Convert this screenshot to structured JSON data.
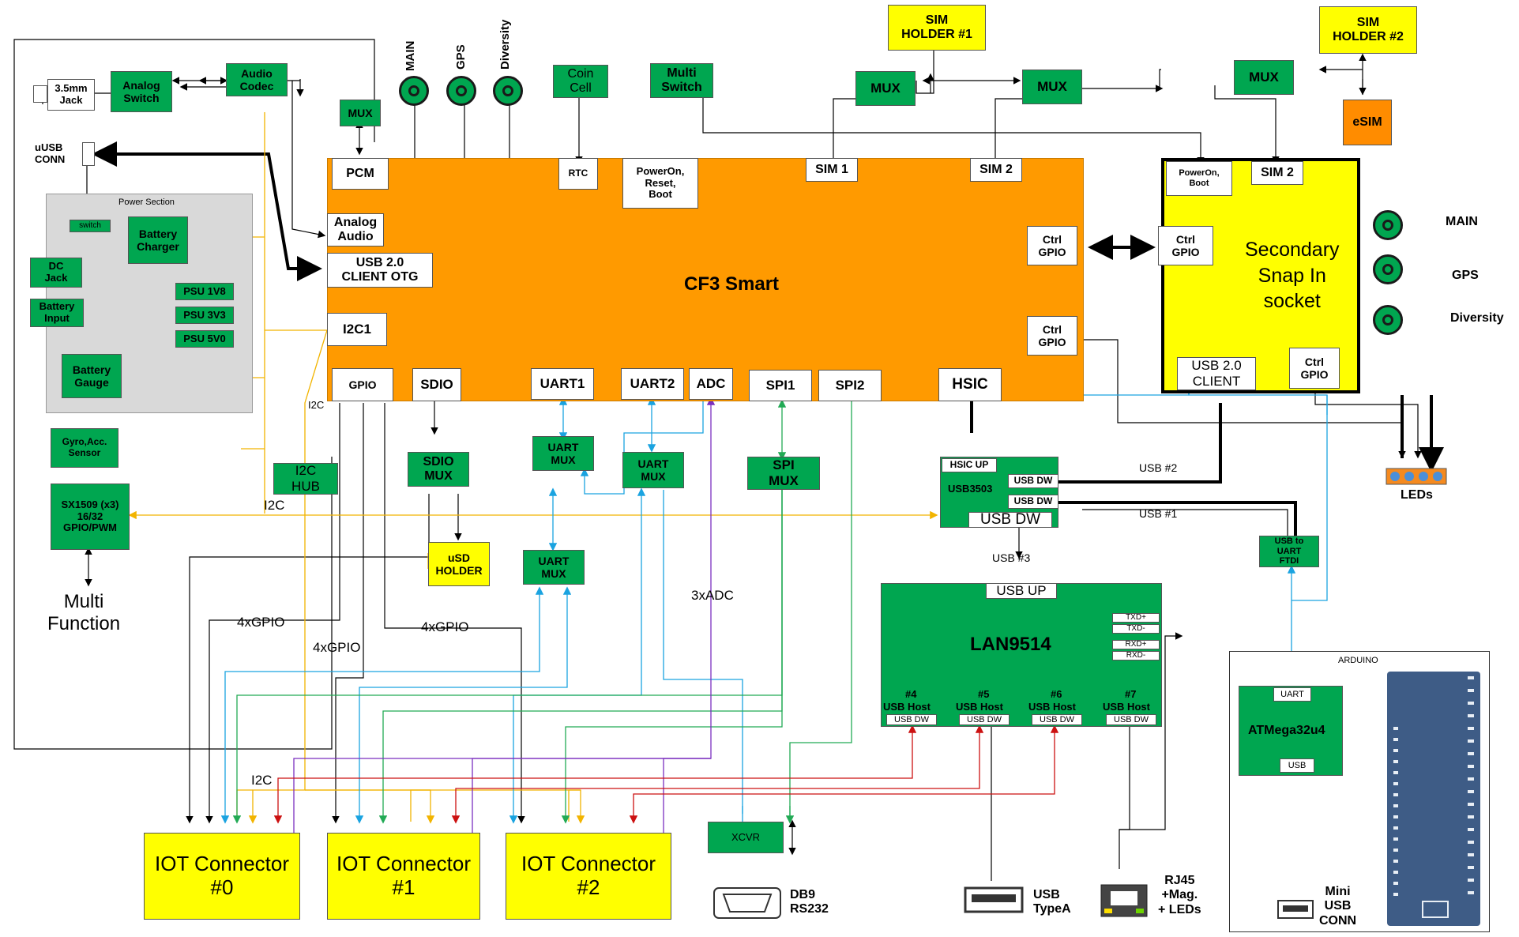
{
  "colors": {
    "block_green": "#00a650",
    "module_orange": "#ff9a00",
    "highlight_yellow": "#ffff00",
    "esim_orange": "#ff8c00",
    "i2c_wire": "#f2b400",
    "uart_wire": "#1aa3e0",
    "gpio_wire": "#000000",
    "spi_wire": "#22aa55",
    "adc_wire": "#7b2fbf",
    "usb_host_wire": "#cc1111",
    "arduino_board": "#3e5c86"
  },
  "main_module": {
    "title": "CF3 Smart",
    "pins": {
      "pcm": "PCM",
      "rtc": "RTC",
      "poweron": "PowerOn,\nReset,\nBoot",
      "sim1": "SIM 1",
      "sim2": "SIM 2",
      "analog_audio": "Analog\nAudio",
      "usb_otg": "USB 2.0\nCLIENT OTG",
      "i2c1": "I2C1",
      "ctrl_gpio_1": "Ctrl\nGPIO",
      "ctrl_gpio_2": "Ctrl\nGPIO",
      "gpio": "GPIO",
      "sdio": "SDIO",
      "uart1": "UART1",
      "uart2": "UART2",
      "adc": "ADC",
      "spi1": "SPI1",
      "spi2": "SPI2",
      "hsic": "HSIC"
    }
  },
  "antennas": {
    "top": [
      "MAIN",
      "GPS",
      "Diversity"
    ],
    "right": [
      "MAIN",
      "GPS",
      "Diversity"
    ]
  },
  "top_blocks": {
    "coin_cell": "Coin\nCell",
    "multi_switch": "Multi\nSwitch",
    "mux_pcm": "MUX",
    "mux_sim_a": "MUX",
    "mux_sim_b": "MUX",
    "mux_sim_c": "MUX",
    "sim_holder_1": "SIM\nHOLDER #1",
    "sim_holder_2": "SIM\nHOLDER #2",
    "esim": "eSIM"
  },
  "secondary": {
    "title": "Secondary\nSnap In\nsocket",
    "poweron": "PowerOn,\nBoot",
    "sim2": "SIM 2",
    "ctrl_gpio_left": "Ctrl\nGPIO",
    "usb_client": "USB 2.0\nCLIENT",
    "ctrl_gpio_bottom": "Ctrl\nGPIO"
  },
  "audio": {
    "jack": "3.5mm\nJack",
    "analog_switch": "Analog\nSwitch",
    "audio_codec": "Audio\nCodec"
  },
  "usb_conn": "uUSB\nCONN",
  "power": {
    "section_title": "Power Section",
    "switch": "switch",
    "battery_charger": "Battery\nCharger",
    "dc_jack": "DC\nJack",
    "battery_input": "Battery\nInput",
    "psu_1v8": "PSU 1V8",
    "psu_3v3": "PSU 3V3",
    "psu_5v0": "PSU 5V0",
    "battery_gauge": "Battery\nGauge"
  },
  "left_blocks": {
    "gyro": "Gyro,Acc.\nSensor",
    "gpio_expander": "SX1509 (x3)\n16/32\nGPIO/PWM",
    "multi_function": "Multi\nFunction",
    "i2c_hub": "I2C\nHUB"
  },
  "muxes": {
    "sdio_mux": "SDIO\nMUX",
    "uart_mux_1": "UART\nMUX",
    "uart_mux_2": "UART\nMUX",
    "uart_mux_3": "UART\nMUX",
    "spi_mux": "SPI\nMUX",
    "usd_holder": "uSD\nHOLDER"
  },
  "usb_hub": {
    "hsic_up": "HSIC UP",
    "name": "USB3503",
    "dw1": "USB DW",
    "dw2": "USB DW",
    "dw3": "USB DW"
  },
  "lan": {
    "name": "LAN9514",
    "usb_up": "USB UP",
    "txd_p": "TXD+",
    "txd_m": "TXD-",
    "rxd_p": "RXD+",
    "rxd_m": "RXD-",
    "ports": [
      {
        "num": "#4",
        "label": "USB Host",
        "sub": "USB DW"
      },
      {
        "num": "#5",
        "label": "USB Host",
        "sub": "USB DW"
      },
      {
        "num": "#6",
        "label": "USB Host",
        "sub": "USB DW"
      },
      {
        "num": "#7",
        "label": "USB Host",
        "sub": "USB DW"
      }
    ]
  },
  "usb_to_uart": "USB to\nUART\nFTDI",
  "leds": "LEDs",
  "wire_labels": {
    "usb2": "USB #2",
    "usb1": "USB #1",
    "usb3": "USB #3",
    "i2c_a": "I2C",
    "i2c_b": "I2C",
    "i2c_c": "I2C",
    "gpio_a": "4xGPIO",
    "gpio_b": "4xGPIO",
    "gpio_c": "4xGPIO",
    "adc": "3xADC"
  },
  "iot": [
    "IOT Connector\n#0",
    "IOT Connector\n#1",
    "IOT Connector\n#2"
  ],
  "xcvr": "XCVR",
  "db9": "DB9\nRS232",
  "usb_typea": "USB\nTypeA",
  "rj45": "RJ45\n+Mag.\n+ LEDs",
  "arduino": {
    "title": "ARDUINO",
    "uart": "UART",
    "mcu": "ATMega32u4",
    "usb": "USB",
    "mini_usb": "Mini\nUSB\nCONN"
  }
}
